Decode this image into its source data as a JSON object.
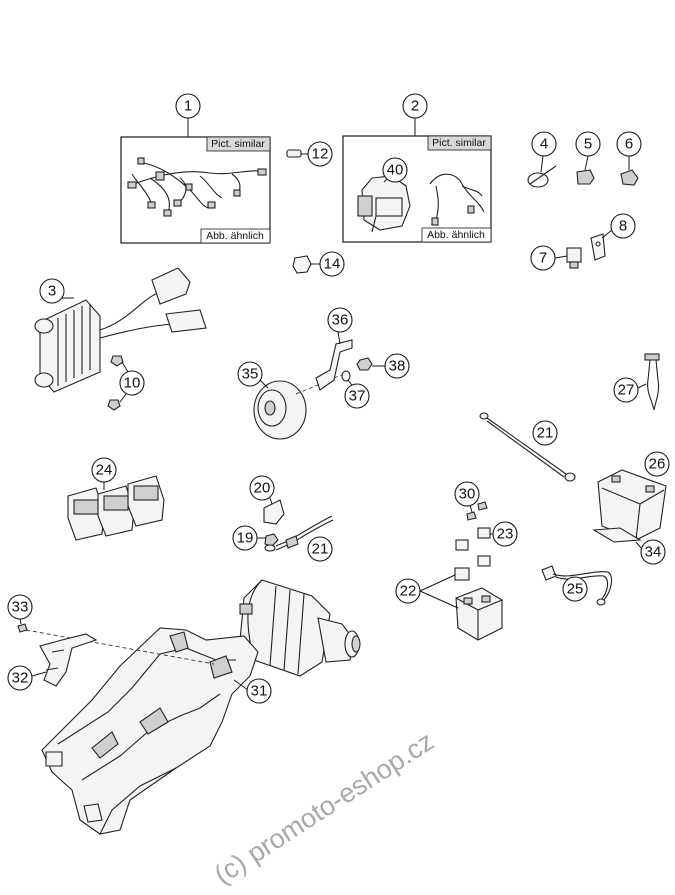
{
  "frames": {
    "harness_main": {
      "callout": "1",
      "label_top": "Pict. similar",
      "label_bottom": "Abb. ähnlich"
    },
    "harness_aux": {
      "callout": "2",
      "label_top": "Pict. similar",
      "label_bottom": "Abb. ähnlich"
    }
  },
  "callouts": {
    "c3": "3",
    "c4": "4",
    "c5": "5",
    "c6": "6",
    "c7": "7",
    "c8": "8",
    "c10": "10",
    "c12": "12",
    "c14": "14",
    "c19": "19",
    "c20": "20",
    "c21a": "21",
    "c21b": "21",
    "c22": "22",
    "c23": "23",
    "c24": "24",
    "c25": "25",
    "c26": "26",
    "c27": "27",
    "c30": "30",
    "c31": "31",
    "c32": "32",
    "c33": "33",
    "c34": "34",
    "c35": "35",
    "c36": "36",
    "c37": "37",
    "c38": "38",
    "c40": "40"
  },
  "watermark": "(c) promoto-eshop.cz"
}
